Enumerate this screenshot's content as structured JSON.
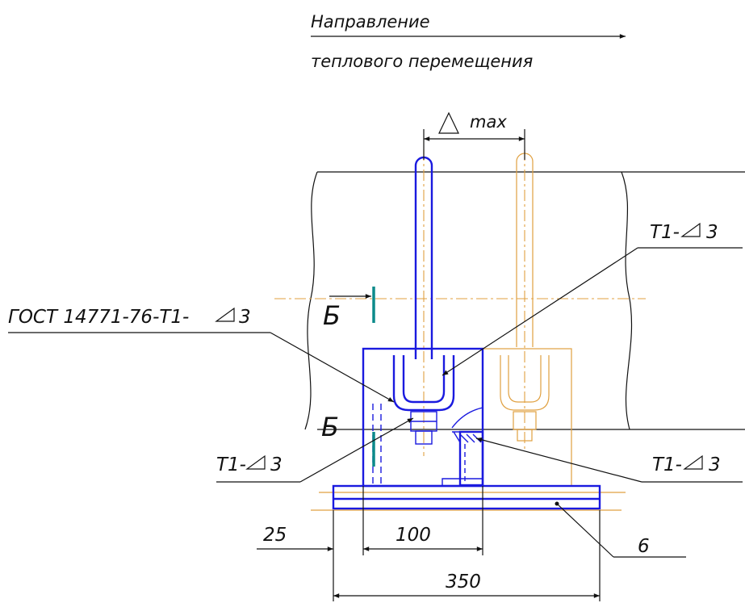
{
  "labels": {
    "direction_line1": "Направление",
    "direction_line2": "теплового перемещения",
    "delta_max": "max",
    "gost": "ГОСТ 14771-76-Т1-",
    "gost_weld": "3",
    "t1_upper_right": "Т1-",
    "t1_upper_right_weld": "3",
    "t1_left": "Т1-",
    "t1_left_weld": "3",
    "t1_lower_right": "Т1-",
    "t1_lower_right_weld": "3",
    "section_top": "Б",
    "section_bottom": "Б",
    "dim_25": "25",
    "dim_100": "100",
    "dim_350": "350",
    "part_6": "6"
  },
  "colors": {
    "ink": "#111111",
    "support": "#1a1adf",
    "displaced": "#e0a040",
    "section_mark": "#0c8a8a"
  }
}
